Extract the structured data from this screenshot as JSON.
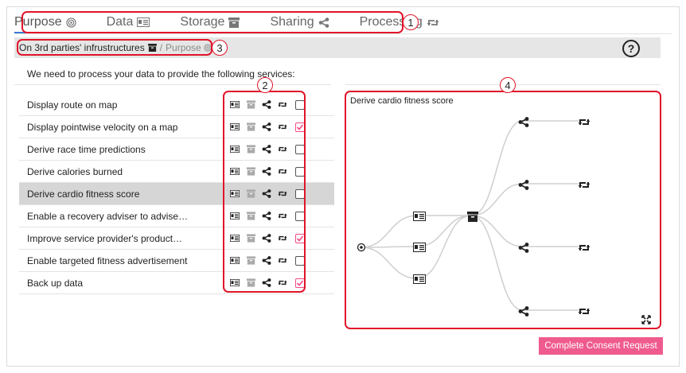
{
  "tabs": [
    {
      "label": "Purpose",
      "icon": "target-icon"
    },
    {
      "label": "Data",
      "icon": "id-card-icon"
    },
    {
      "label": "Storage",
      "icon": "archive-icon"
    },
    {
      "label": "Sharing",
      "icon": "share-icon"
    },
    {
      "label": "Processing",
      "icon": "retweet-icon"
    }
  ],
  "active_tab": "Purpose",
  "breadcrumb": {
    "first": "On 3rd parties' infrustructures",
    "separator": "/",
    "second": "Purpose"
  },
  "help": "?",
  "intro_text": "We need to process your data to provide the following services:",
  "purposes": [
    {
      "label": "Display route on map",
      "checked": false
    },
    {
      "label": "Display pointwise velocity on a map",
      "checked": true
    },
    {
      "label": "Derive race time predictions",
      "checked": false
    },
    {
      "label": "Derive calories burned",
      "checked": false
    },
    {
      "label": "Derive cardio fitness score",
      "checked": false
    },
    {
      "label": "Enable a recovery adviser to advise…",
      "checked": false
    },
    {
      "label": "Improve service provider's product…",
      "checked": true
    },
    {
      "label": "Enable targeted fitness advertisement",
      "checked": false
    },
    {
      "label": "Back up data",
      "checked": true
    }
  ],
  "selected_purpose": "Derive cardio fitness score",
  "graph_title": "Derive cardio fitness score",
  "annotations": [
    "1",
    "2",
    "3",
    "4"
  ],
  "complete_button": "Complete Consent Request",
  "colors": {
    "annotation_red": "#e0152a",
    "accent_pink": "#ef5b8e",
    "checked_pink": "#f04a86",
    "tab_underline": "#3a7bd5",
    "selected_row": "#d6d6d6"
  }
}
